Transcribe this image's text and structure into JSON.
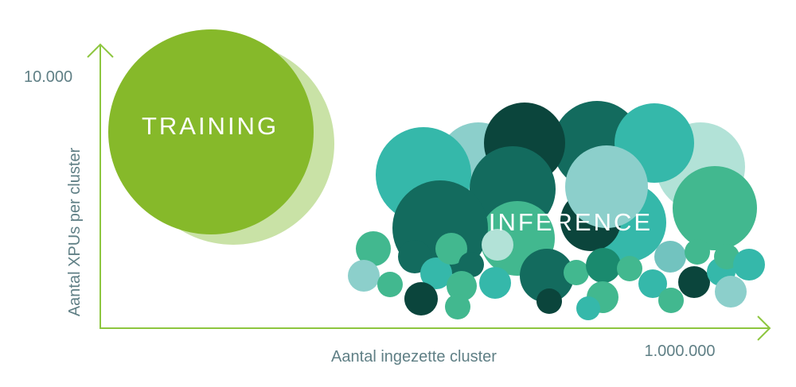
{
  "labels": {
    "training": "TRAINING",
    "inference": "INFERENCE"
  },
  "axes": {
    "y_label": "Aantal XPUs per cluster",
    "y_max_label": "10.000",
    "x_label": "Aantal ingezette cluster",
    "x_max_label": "1.000.000"
  },
  "colors": {
    "axis": "#8dc63f",
    "training_main": "#86b92a",
    "training_shadow": "#c9e2a6",
    "teal": "#35b8aa",
    "light_teal": "#8ccfcb",
    "dark_green": "#0b453c",
    "deep_teal": "#136b5e",
    "mint": "#42b88f",
    "pale_mint": "#b2e2d7",
    "grey_teal": "#72c3bf"
  }
}
